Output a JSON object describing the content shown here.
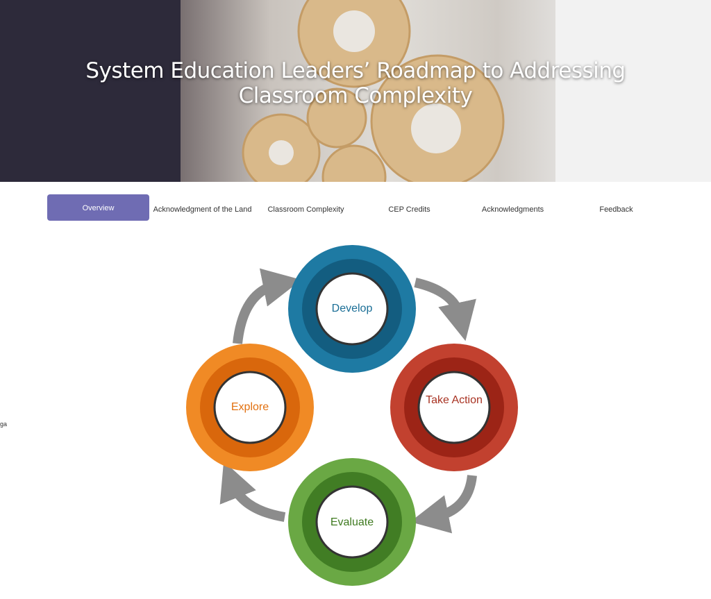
{
  "hero": {
    "title": "System Education Leaders’ Roadmap to Addressing Classroom Complexity"
  },
  "tabs": [
    {
      "label": "Overview",
      "active": true
    },
    {
      "label": "Acknowledgment of the Land"
    },
    {
      "label": "Classroom Complexity"
    },
    {
      "label": "CEP Credits"
    },
    {
      "label": "Acknowledgments"
    },
    {
      "label": "Feedback"
    }
  ],
  "stray_text": "ga",
  "cycle": {
    "steps": [
      {
        "label": "Develop",
        "color": "#1a6e96"
      },
      {
        "label": "Take Action",
        "color": "#b83a2a"
      },
      {
        "label": "Evaluate",
        "color": "#5a9a35"
      },
      {
        "label": "Explore",
        "color": "#ee7a1f"
      }
    ]
  }
}
